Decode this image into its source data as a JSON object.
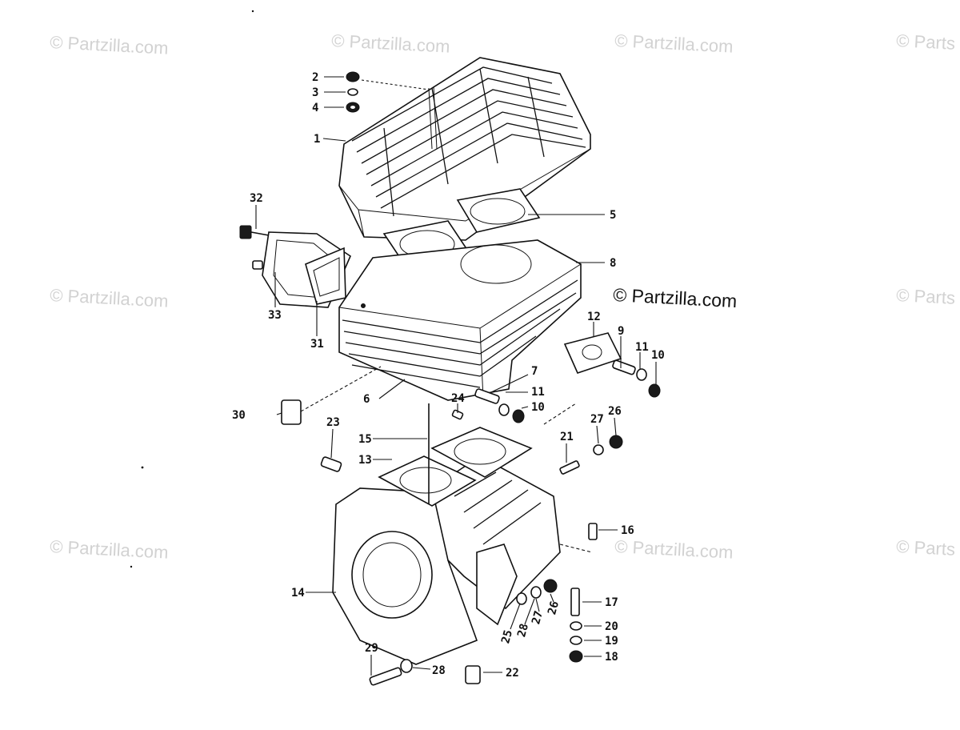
{
  "watermarks": {
    "text": "© Partzilla.com",
    "corner_text": "© Parts"
  },
  "callouts": {
    "c1": "1",
    "c2": "2",
    "c3": "3",
    "c4": "4",
    "c5": "5",
    "c6": "6",
    "c7": "7",
    "c8": "8",
    "c9": "9",
    "c10a": "10",
    "c10b": "10",
    "c11a": "11",
    "c11b": "11",
    "c12": "12",
    "c13": "13",
    "c14": "14",
    "c15": "15",
    "c16": "16",
    "c17": "17",
    "c18": "18",
    "c19": "19",
    "c20": "20",
    "c21": "21",
    "c22": "22",
    "c23": "23",
    "c24": "24",
    "c25": "25",
    "c26a": "26",
    "c26b": "26",
    "c27a": "27",
    "c27b": "27",
    "c28a": "28",
    "c28b": "28",
    "c29": "29",
    "c30": "30",
    "c31": "31",
    "c32": "32",
    "c33": "33"
  }
}
